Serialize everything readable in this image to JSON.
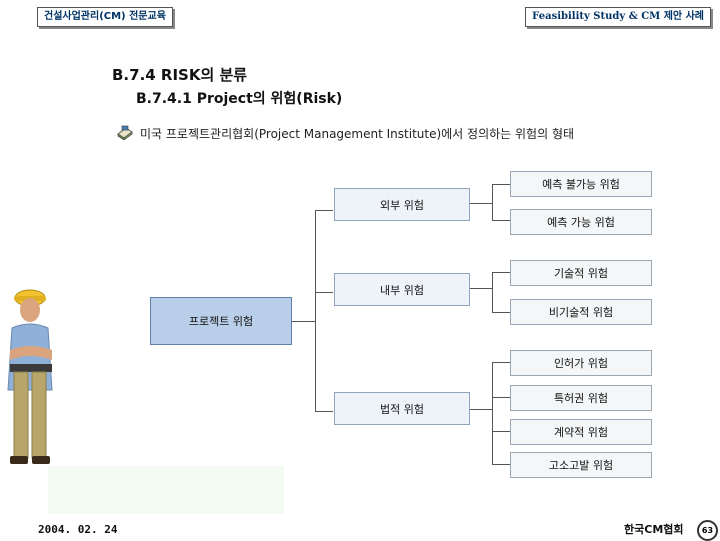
{
  "header": {
    "left_tag": "건설사업관리(CM) 전문교육",
    "right_tag": "Feasibility Study & CM 제안 사례"
  },
  "section": {
    "title": "B.7.4  RISK의 분류",
    "subtitle": "B.7.4.1  Project의 위험(Risk)"
  },
  "intro": {
    "icon": "notebook-icon",
    "text": "미국 프로젝트관리협회(Project Management Institute)에서 정의하는 위험의 형태"
  },
  "tree": {
    "root": "프로젝트 위험",
    "groups": [
      {
        "label": "외부 위험",
        "children": [
          "예측 불가능 위험",
          "예측 가능 위험"
        ]
      },
      {
        "label": "내부 위험",
        "children": [
          "기술적 위험",
          "비기술적 위험"
        ]
      },
      {
        "label": "법적 위험",
        "children": [
          "인허가 위험",
          "특허권 위험",
          "계약적 위험",
          "고소고발 위험"
        ]
      }
    ]
  },
  "footer": {
    "date": "2004. 02. 24",
    "org": "한국CM협회",
    "page": "63"
  },
  "colors": {
    "root_fill": "#b9cee8",
    "group_fill": "#eef3f9",
    "leaf_fill": "#f4f6f8",
    "connector": "#555555"
  }
}
